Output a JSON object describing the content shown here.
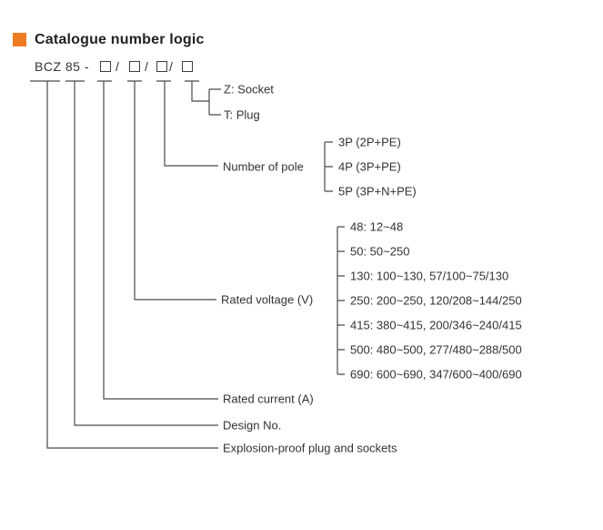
{
  "page": {
    "title": "Catalogue number logic",
    "accent_color": "#ed7b22",
    "line_color": "#4a4a4a"
  },
  "code": {
    "prefix": "BCZ 85 -",
    "separator": "/",
    "placeholder_count": 4
  },
  "branches": {
    "device_type": {
      "options": [
        "Z: Socket",
        "T: Plug"
      ]
    },
    "pole": {
      "label": "Number of pole",
      "options": [
        "3P (2P+PE)",
        "4P (3P+PE)",
        "5P (3P+N+PE)"
      ]
    },
    "voltage": {
      "label": "Rated voltage (V)",
      "options": [
        "48: 12~48",
        "50: 50~250",
        "130: 100~130, 57/100~75/130",
        "250: 200~250, 120/208~144/250",
        "415: 380~415, 200/346~240/415",
        "500: 480~500, 277/480~288/500",
        "690: 600~690, 347/600~400/690"
      ]
    },
    "current": {
      "label": "Rated current (A)"
    },
    "design": {
      "label": "Design No."
    },
    "product": {
      "label": "Explosion-proof plug and sockets"
    }
  }
}
